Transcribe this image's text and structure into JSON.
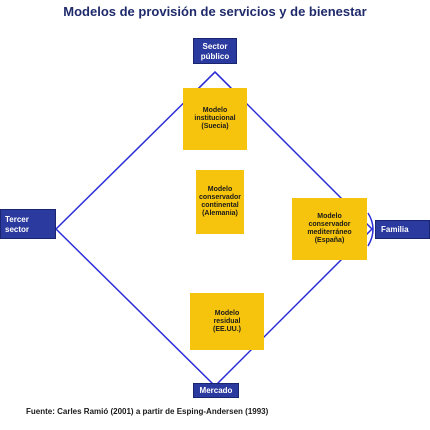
{
  "title": "Modelos de provisión de servicios y de bienestar",
  "poles": {
    "public": [
      "Sector",
      "público"
    ],
    "third": [
      "Tercer",
      "sector"
    ],
    "family": "Familia",
    "market": "Mercado"
  },
  "models": {
    "institutional": [
      "Modelo",
      "institucional",
      "(Suecia)"
    ],
    "continental": [
      "Modelo",
      "conservador",
      "continental",
      "(Alemania)"
    ],
    "mediterranean": [
      "Modelo",
      "conservador",
      "mediterráneo",
      "(España)"
    ],
    "residual": [
      "Modelo",
      "residual",
      "(EE.UU.)"
    ]
  },
  "source": "Fuente: Carles Ramió (2001) a partir de Esping-Andersen (1993)",
  "colors": {
    "navy": "#2b3a9e",
    "yellow": "#f7c40d",
    "line": "#2c2fd8"
  }
}
